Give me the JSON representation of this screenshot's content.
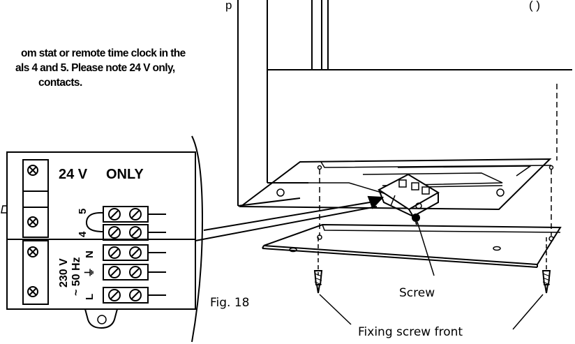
{
  "intro": {
    "line1": "om stat or remote time clock in the",
    "line2": "als 4 and 5. Please note 24 V only,",
    "line3": "contacts."
  },
  "top_fragment": "p",
  "top_right_fragment": "(     )",
  "terminal_block": {
    "title_voltage": "24 V",
    "title_only": "ONLY",
    "terminal_5": "5",
    "terminal_4": "4",
    "terminal_n": "N",
    "terminal_earth": "⏚",
    "terminal_l": "L",
    "mains_voltage": "230 V",
    "mains_freq": "~ 50 Hz"
  },
  "figure_label": "Fig. 18",
  "callouts": {
    "screw": "Screw",
    "fixing_screw_front": "Fixing screw front"
  }
}
